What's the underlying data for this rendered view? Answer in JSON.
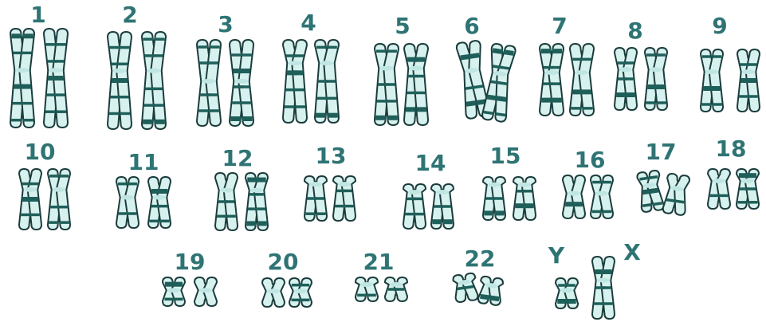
{
  "colors": {
    "label": "#2f7474",
    "outline": "#1b3c3c",
    "dark_band": "#1f5f5a",
    "light_band": "#d7f1ee",
    "centromere": "#bfe6e2"
  },
  "chromosomes": [
    {
      "label": "1",
      "pair": true
    },
    {
      "label": "2",
      "pair": true
    },
    {
      "label": "3",
      "pair": true
    },
    {
      "label": "4",
      "pair": true
    },
    {
      "label": "5",
      "pair": true
    },
    {
      "label": "6",
      "pair": true
    },
    {
      "label": "7",
      "pair": true
    },
    {
      "label": "8",
      "pair": true
    },
    {
      "label": "9",
      "pair": true
    },
    {
      "label": "10",
      "pair": true
    },
    {
      "label": "11",
      "pair": true
    },
    {
      "label": "12",
      "pair": true
    },
    {
      "label": "13",
      "pair": true
    },
    {
      "label": "14",
      "pair": true
    },
    {
      "label": "15",
      "pair": true
    },
    {
      "label": "16",
      "pair": true
    },
    {
      "label": "17",
      "pair": true
    },
    {
      "label": "18",
      "pair": true
    },
    {
      "label": "19",
      "pair": true
    },
    {
      "label": "20",
      "pair": true
    },
    {
      "label": "21",
      "pair": true
    },
    {
      "label": "22",
      "pair": true
    },
    {
      "label": "Y",
      "pair": false
    },
    {
      "label": "X",
      "pair": false
    }
  ]
}
